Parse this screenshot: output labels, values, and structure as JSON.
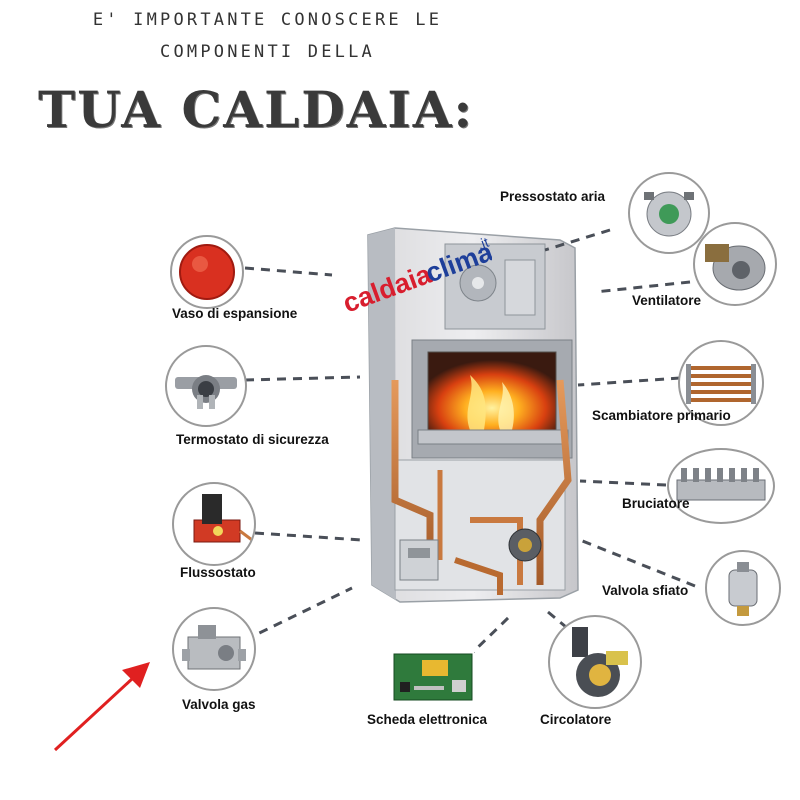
{
  "header": {
    "line1": "E' IMPORTANTE CONOSCERE LE",
    "line2": "COMPONENTI DELLA",
    "line3": "TUA CALDAIA:"
  },
  "brand": {
    "name_a": "caldaia",
    "name_b": "clima",
    "suffix": ".it"
  },
  "components": {
    "vaso": "Vaso di espansione",
    "termostato": "Termostato di sicurezza",
    "flussostato": "Flussostato",
    "valvola_gas": "Valvola gas",
    "scheda": "Scheda elettronica",
    "circolatore": "Circolatore",
    "pressostato": "Pressostato aria",
    "ventilatore": "Ventilatore",
    "scambiatore": "Scambiatore primario",
    "bruciatore": "Bruciatore",
    "sfiato": "Valvola sfiato"
  },
  "colors": {
    "accent_red": "#e02020",
    "brand_blue": "#1e3f9a",
    "brand_red": "#d81e2e",
    "copper": "#c9793f"
  }
}
